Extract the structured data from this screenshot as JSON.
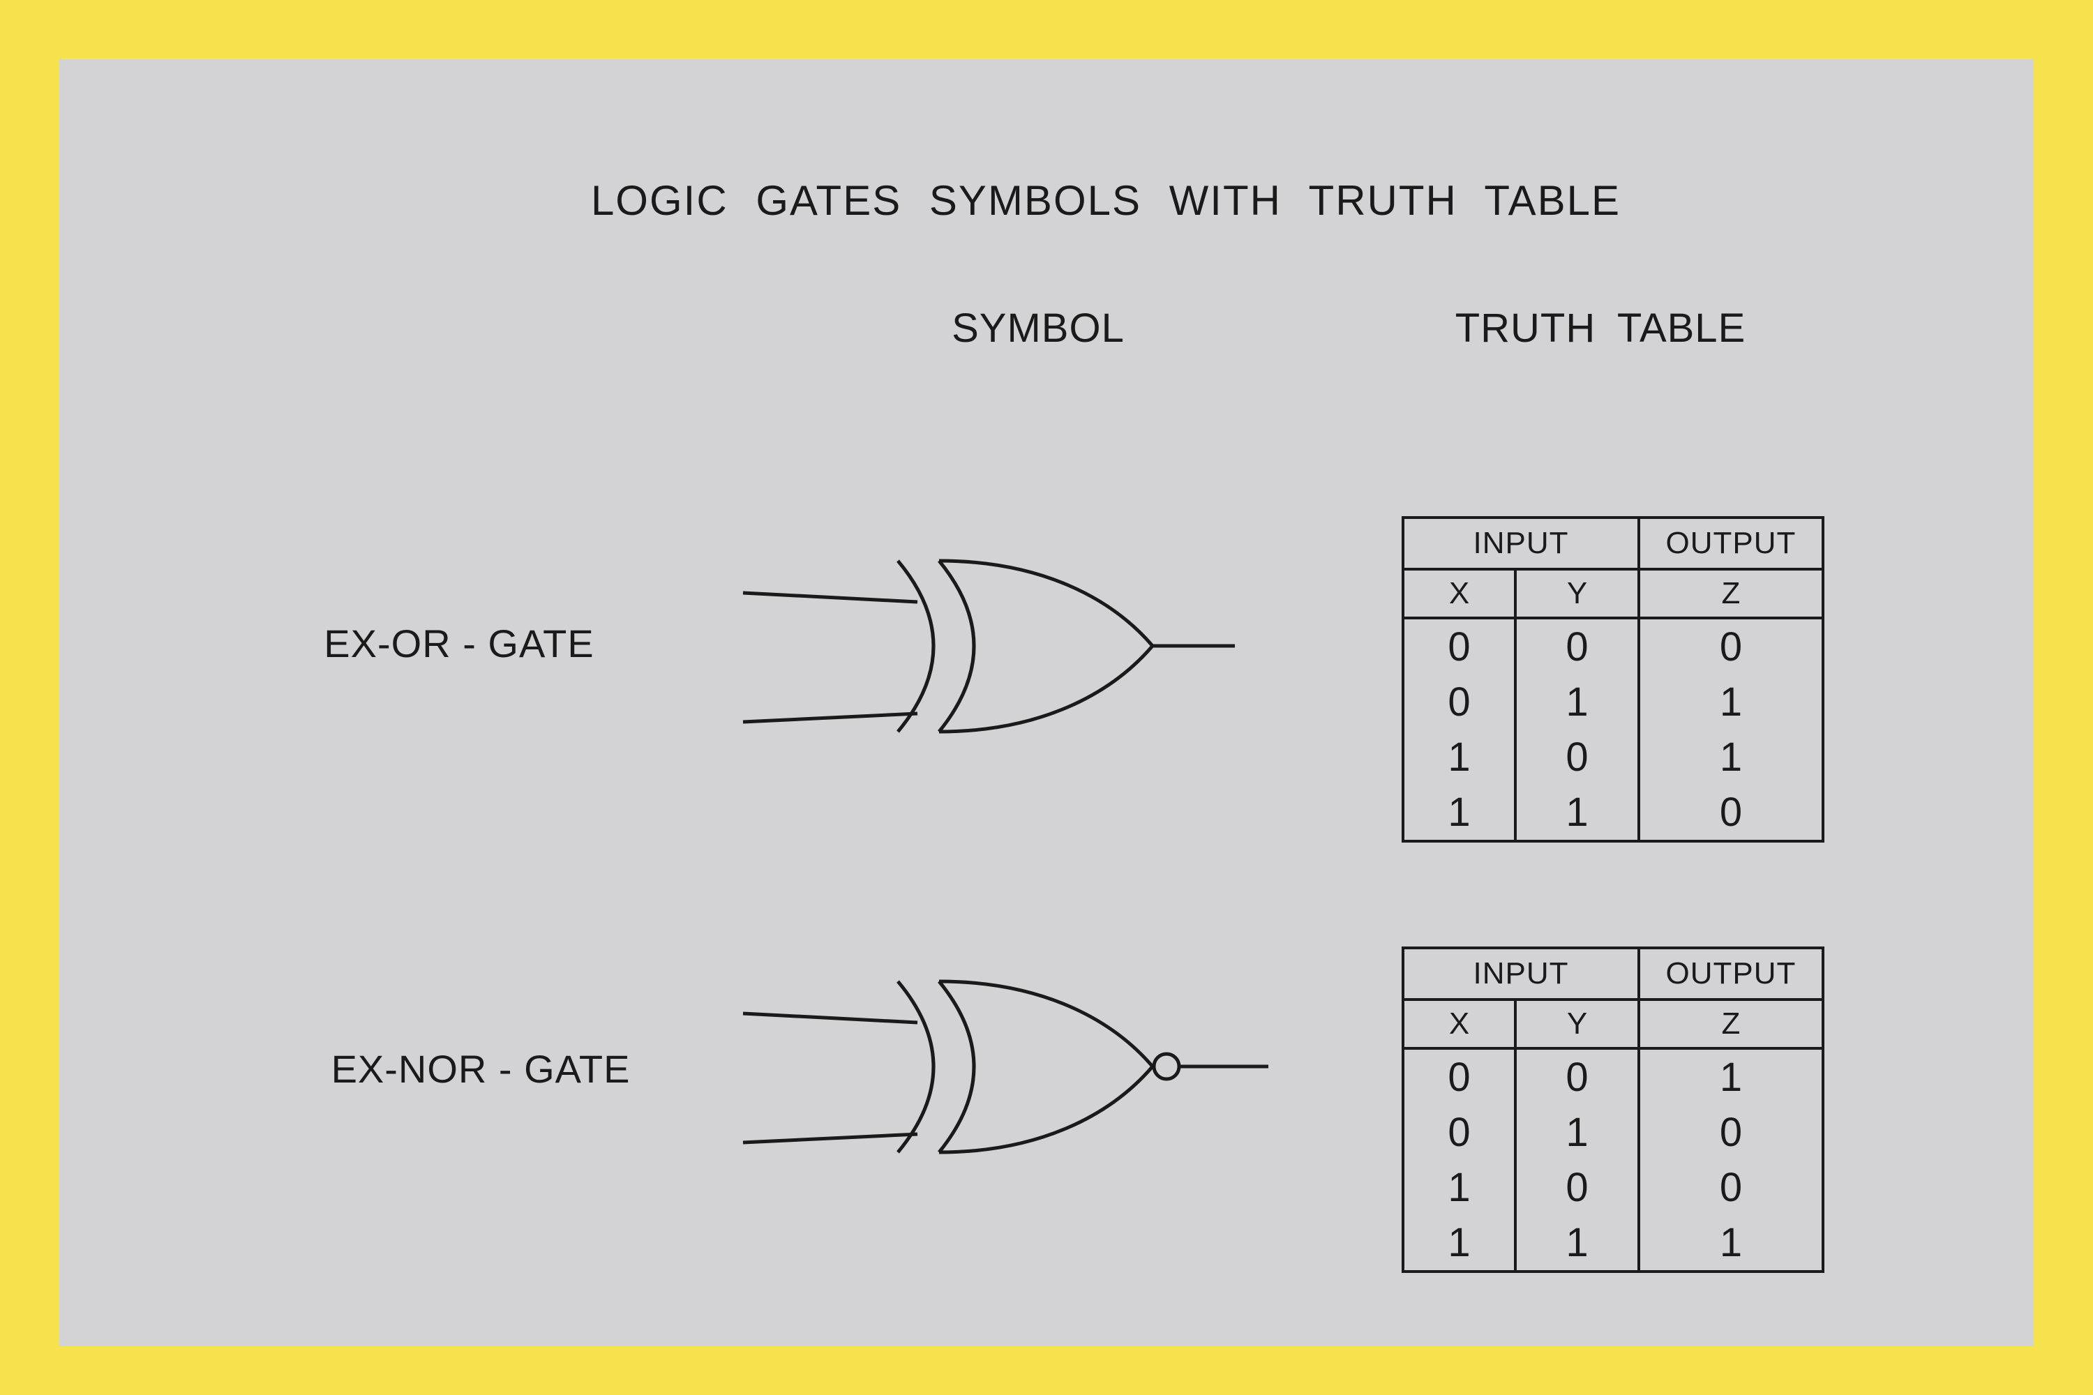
{
  "title": "LOGIC  GATES  SYMBOLS  WITH  TRUTH  TABLE",
  "columns": {
    "symbol": "SYMBOL",
    "truth_table": "TRUTH TABLE"
  },
  "colors": {
    "frame": "#F6E24C",
    "panel": "#D3D3D5",
    "ink": "#1A1A1A"
  },
  "gates": [
    {
      "label": "EX-OR - GATE",
      "type": "xor-gate",
      "table": {
        "input_header": "INPUT",
        "output_header": "OUTPUT",
        "col_headers": [
          "X",
          "Y",
          "Z"
        ],
        "rows": [
          [
            "0",
            "0",
            "0"
          ],
          [
            "0",
            "1",
            "1"
          ],
          [
            "1",
            "0",
            "1"
          ],
          [
            "1",
            "1",
            "0"
          ]
        ]
      }
    },
    {
      "label": "EX-NOR  -  GATE",
      "type": "xnor-gate",
      "table": {
        "input_header": "INPUT",
        "output_header": "OUTPUT",
        "col_headers": [
          "X",
          "Y",
          "Z"
        ],
        "rows": [
          [
            "0",
            "0",
            "1"
          ],
          [
            "0",
            "1",
            "0"
          ],
          [
            "1",
            "0",
            "0"
          ],
          [
            "1",
            "1",
            "1"
          ]
        ]
      }
    }
  ]
}
